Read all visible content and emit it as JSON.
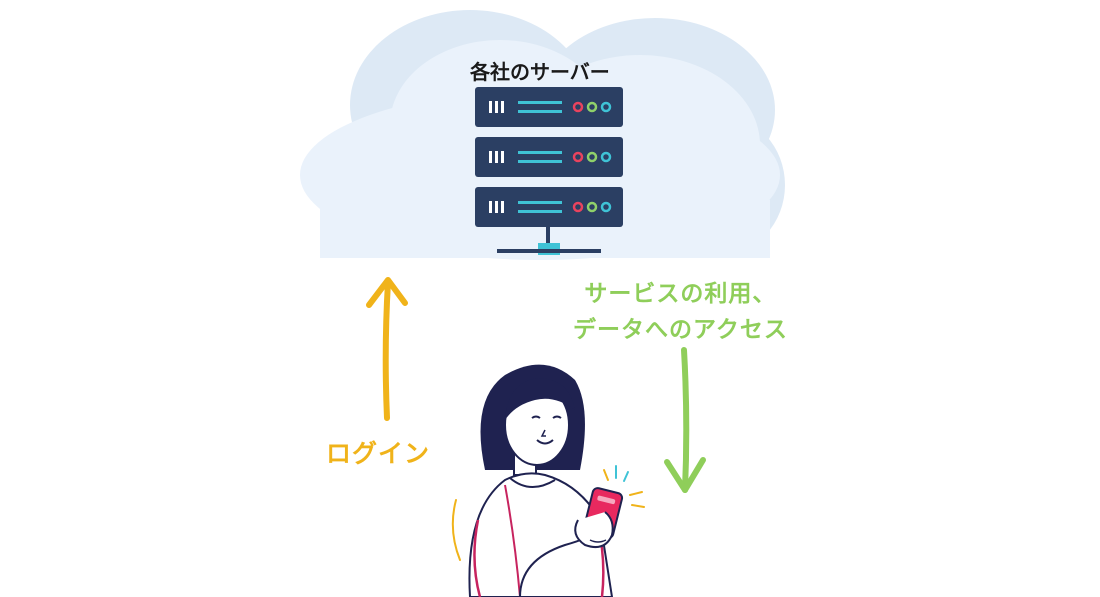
{
  "diagram": {
    "server_title": "各社のサーバー",
    "login_label": "ログイン",
    "access_line1": "サービスの利用、",
    "access_line2": "データへのアクセス",
    "server_unit_count": 3,
    "colors": {
      "cloud_back": "#dde9f5",
      "cloud_front": "#eaf2fb",
      "server_body": "#2b3f63",
      "server_accent": "#3fc3d6",
      "led_red": "#e9435e",
      "led_green": "#8fd16a",
      "led_blue": "#3fc3d6",
      "login_arrow": "#f0b31a",
      "access_arrow": "#8fce5a",
      "hair": "#1f2250",
      "phone": "#e8295f",
      "shirt_outline": "#c7245f"
    }
  }
}
